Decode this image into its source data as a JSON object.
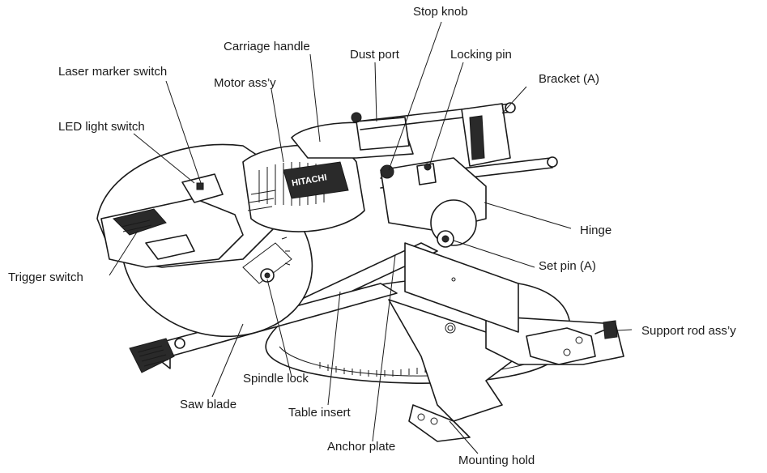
{
  "labels": {
    "stop_knob": "Stop knob",
    "carriage_handle": "Carriage handle",
    "dust_port": "Dust port",
    "locking_pin": "Locking pin",
    "bracket_a": "Bracket (A)",
    "laser_marker_switch": "Laser marker switch",
    "motor_assy": "Motor ass’y",
    "led_light_switch": "LED light switch",
    "hinge": "Hinge",
    "set_pin_a": "Set pin (A)",
    "trigger_switch": "Trigger switch",
    "support_rod_assy": "Support rod ass’y",
    "spindle_lock": "Spindle lock",
    "saw_blade": "Saw blade",
    "table_insert": "Table insert",
    "anchor_plate": "Anchor plate",
    "mounting_hold": "Mounting hold"
  },
  "brand_mark": "HITACHI"
}
